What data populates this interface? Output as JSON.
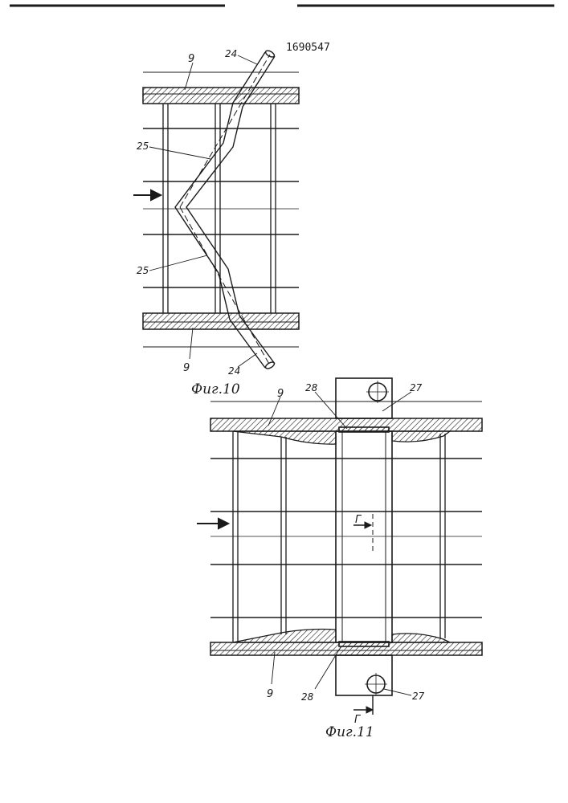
{
  "doc_number": "1690547",
  "figures": {
    "fig10": {
      "caption": "Фиг.10",
      "labels": {
        "l9_top": "9",
        "l24_top": "24",
        "l25_upper": "25",
        "l25_lower": "25",
        "l9_bottom": "9",
        "l24_bottom": "24"
      }
    },
    "fig11": {
      "caption": "Фиг.11",
      "labels": {
        "l9_top": "9",
        "l28_top": "28",
        "l27_top": "27",
        "l_g_top": "Г",
        "l9_bottom": "9",
        "l28_bottom": "28",
        "l27_bottom": "27",
        "l_g_bottom": "Г"
      }
    }
  },
  "colors": {
    "ink": "#1a1a1a",
    "paper": "#ffffff"
  }
}
